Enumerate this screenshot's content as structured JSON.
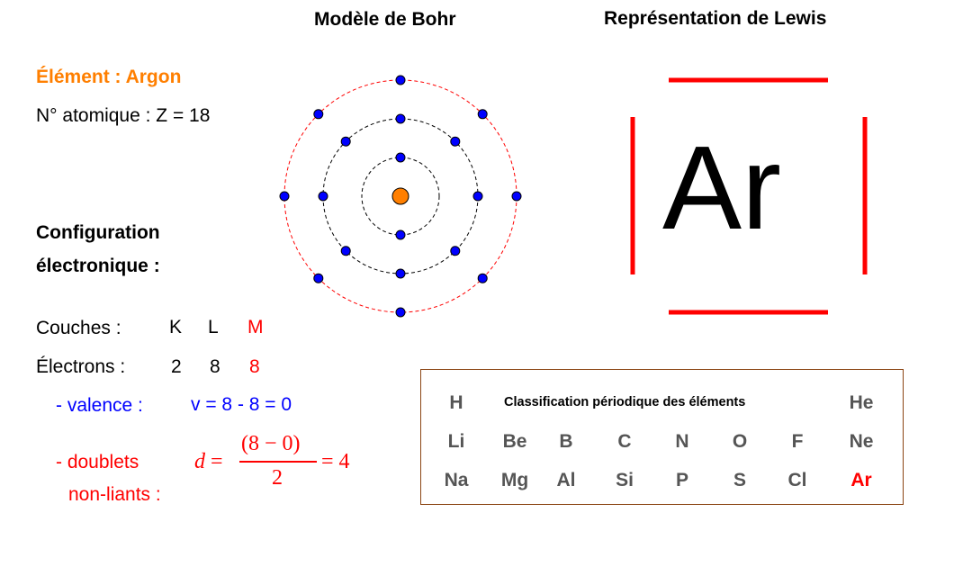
{
  "titles": {
    "bohr": "Modèle de Bohr",
    "lewis": "Représentation de Lewis"
  },
  "element": {
    "label": "Élément : Argon",
    "atomic_number": "N° atomique : Z = 18"
  },
  "configuration": {
    "heading_line1": "Configuration",
    "heading_line2": "électronique :",
    "shells_label": "Couches :",
    "shells": [
      "K",
      "L",
      "M"
    ],
    "electrons_label": "Électrons :",
    "electrons": [
      "2",
      "8",
      "8"
    ]
  },
  "valence": {
    "label": "- valence :",
    "formula": "v = 8 - 8 = 0"
  },
  "doublets": {
    "label_line1": "- doublets",
    "label_line2": "non-liants :",
    "lhs": "d",
    "eq": "=",
    "numerator": "(8 − 0)",
    "denominator": "2",
    "rhs": "= 4"
  },
  "lewis": {
    "symbol": "Ar",
    "pairs_color": "#ff0000"
  },
  "bohr_model": {
    "nucleus_color": "#ff7f00",
    "electron_color": "#0000ff",
    "shell_electrons": [
      2,
      8,
      8
    ],
    "outer_shell_color": "#ff0000"
  },
  "periodic_table": {
    "title": "Classification périodique des éléments",
    "highlight": "Ar",
    "highlight_color": "#ff0000",
    "rows": [
      [
        "H",
        "",
        "",
        "",
        "",
        "",
        "",
        "He"
      ],
      [
        "Li",
        "Be",
        "B",
        "C",
        "N",
        "O",
        "F",
        "Ne"
      ],
      [
        "Na",
        "Mg",
        "Al",
        "Si",
        "P",
        "S",
        "Cl",
        "Ar"
      ]
    ]
  }
}
